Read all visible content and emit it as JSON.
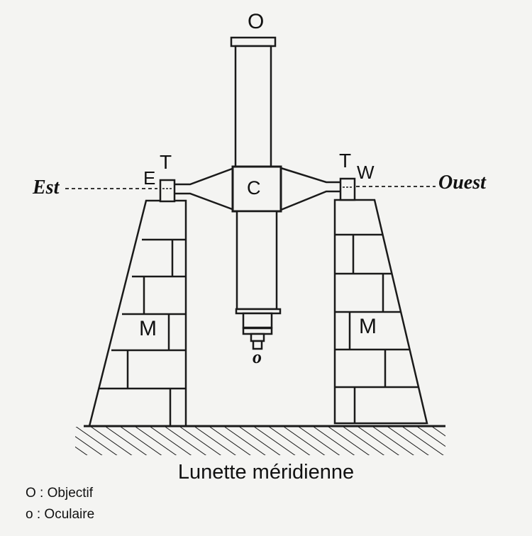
{
  "labels": {
    "objective": "O",
    "center": "C",
    "eyepiece": "o",
    "east_short": "E",
    "west_short": "W",
    "trunnion_left": "T",
    "trunnion_right": "T",
    "east": "Est",
    "west": "Ouest",
    "pillar_left": "M",
    "pillar_right": "M"
  },
  "caption": "Lunette méridienne",
  "legend": [
    {
      "key": "O",
      "sep": " : ",
      "text": "Objectif"
    },
    {
      "key": "o",
      "sep": " : ",
      "text": "Oculaire"
    }
  ],
  "colors": {
    "ink": "#1a1a1a",
    "paper": "#f4f4f2"
  }
}
